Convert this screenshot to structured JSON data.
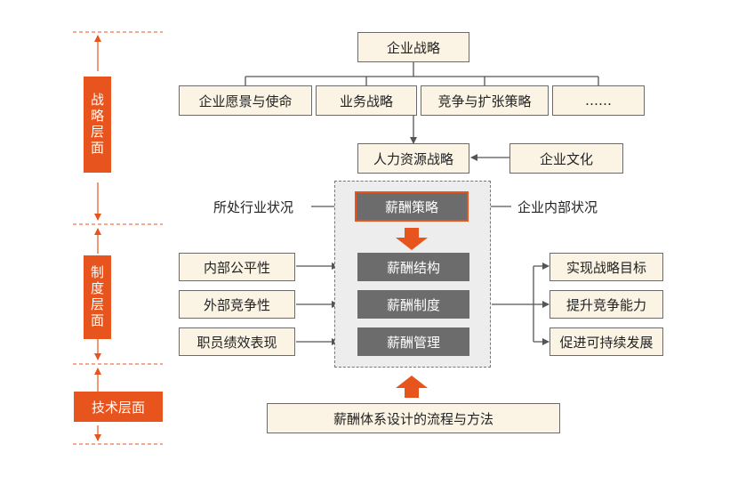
{
  "strategy": {
    "top": "企业战略",
    "items": [
      "企业愿景与使命",
      "业务战略",
      "竞争与扩张策略",
      "……"
    ],
    "hr_strategy": "人力资源战略",
    "culture": "企业文化"
  },
  "pay": {
    "strategy": "薪酬策略",
    "structure": "薪酬结构",
    "system": "薪酬制度",
    "management": "薪酬管理"
  },
  "context": {
    "industry": "所处行业状况",
    "internal": "企业内部状况"
  },
  "inputs": [
    "内部公平性",
    "外部竞争性",
    "职员绩效表现"
  ],
  "outcomes": [
    "实现战略目标",
    "提升竞争能力",
    "促进可持续发展"
  ],
  "method": "薪酬体系设计的流程与方法",
  "layers": {
    "strategy": "战略层面",
    "system": "制度层面",
    "technique": "技术层面"
  },
  "colors": {
    "accent": "#e8541e",
    "box_fill": "#fbf4e4",
    "dark_box": "#6c6c6c",
    "panel": "#ededed"
  }
}
